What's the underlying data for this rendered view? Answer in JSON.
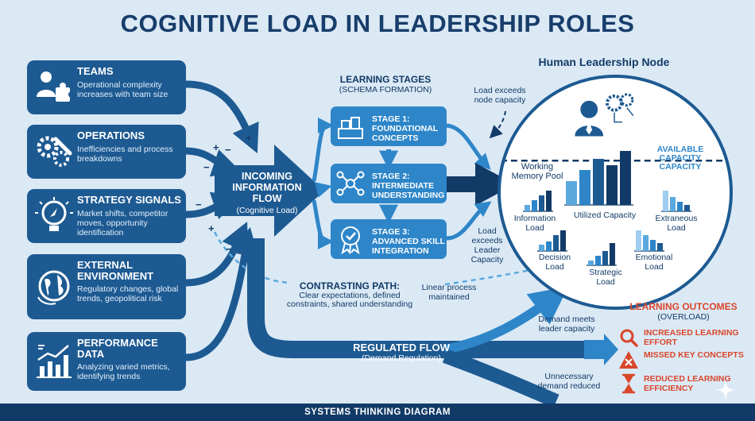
{
  "title": "COGNITIVE LOAD IN LEADERSHIP ROLES",
  "sources": [
    {
      "heading": "TEAMS",
      "desc": "Operational complexity increases with team size",
      "icon": "team-puzzle-icon"
    },
    {
      "heading": "OPERATIONS",
      "desc": "Inefficiencies and process breakdowns",
      "icon": "gears-wrench-icon"
    },
    {
      "heading": "STRATEGY SIGNALS",
      "desc": "Market shifts, competitor moves, opportunity identification",
      "icon": "lightbulb-compass-icon"
    },
    {
      "heading": "EXTERNAL ENVIRONMENT",
      "desc": "Regulatory changes, global trends, geopolitical risk",
      "icon": "globe-icon"
    },
    {
      "heading": "PERFORMANCE DATA",
      "desc": "Analyzing varied metrics, identifying trends",
      "icon": "chart-icon"
    }
  ],
  "signs": {
    "plus": "+",
    "minus": "−"
  },
  "hub": {
    "heading": "INCOMING INFORMATION FLOW",
    "sub": "(Cognitive Load)"
  },
  "learning": {
    "heading": "LEARNING STAGES",
    "sub": "(SCHEMA FORMATION)",
    "stages": [
      {
        "label": "STAGE 1: FOUNDATIONAL CONCEPTS",
        "icon": "blocks-icon"
      },
      {
        "label": "STAGE 2: INTERMEDIATE UNDERSTANDING",
        "icon": "network-icon"
      },
      {
        "label": "STAGE 3: ADVANCED SKILL INTEGRATION",
        "icon": "badge-icon"
      }
    ]
  },
  "notes": {
    "exceeds_node": "Load exceeds node capacity",
    "exceeds_leader": "Load exceeds Leader Capacity",
    "linear": "Linear process maintained",
    "demand_meets": "Demand meets leader capacity",
    "demand_reduced": "Unnecessary demand reduced"
  },
  "node": {
    "title": "Human Leadership Node",
    "available_capacity": "AVAILABLE CAPACITY CAPACITY",
    "working_memory": "Working Memory Pool",
    "utilized": "Utilized Capacity",
    "information": "Information Load",
    "extraneous": "Extraneous Load",
    "decision": "Decision Load",
    "strategic": "Strategic Load",
    "emotional": "Emotional Load"
  },
  "contrasting": {
    "heading": "CONTRASTING PATH:",
    "desc": "Clear expectations, defined constraints, shared understanding"
  },
  "regulated": {
    "heading": "REGULATED FLOW",
    "sub": "(Demand Regulation)"
  },
  "outcomes": {
    "heading": "LEARNING OUTCOMES",
    "sub": "(OVERLOAD)",
    "items": [
      {
        "label": "INCREASED LEARNING EFFORT",
        "icon": "magnifier-icon"
      },
      {
        "label": "MISSED KEY CONCEPTS",
        "icon": "warning-icon"
      },
      {
        "label": "REDUCED LEARNING EFFICIENCY",
        "icon": "hourglass-icon"
      }
    ]
  },
  "footer": "SYSTEMS THINKING DIAGRAM",
  "colors": {
    "navy": "#123a66",
    "dark_blue": "#1d5a92",
    "mid_blue": "#2e86c9",
    "light_blue": "#5aa9de",
    "background": "#dbe9f5",
    "alert": "#d9462a"
  }
}
